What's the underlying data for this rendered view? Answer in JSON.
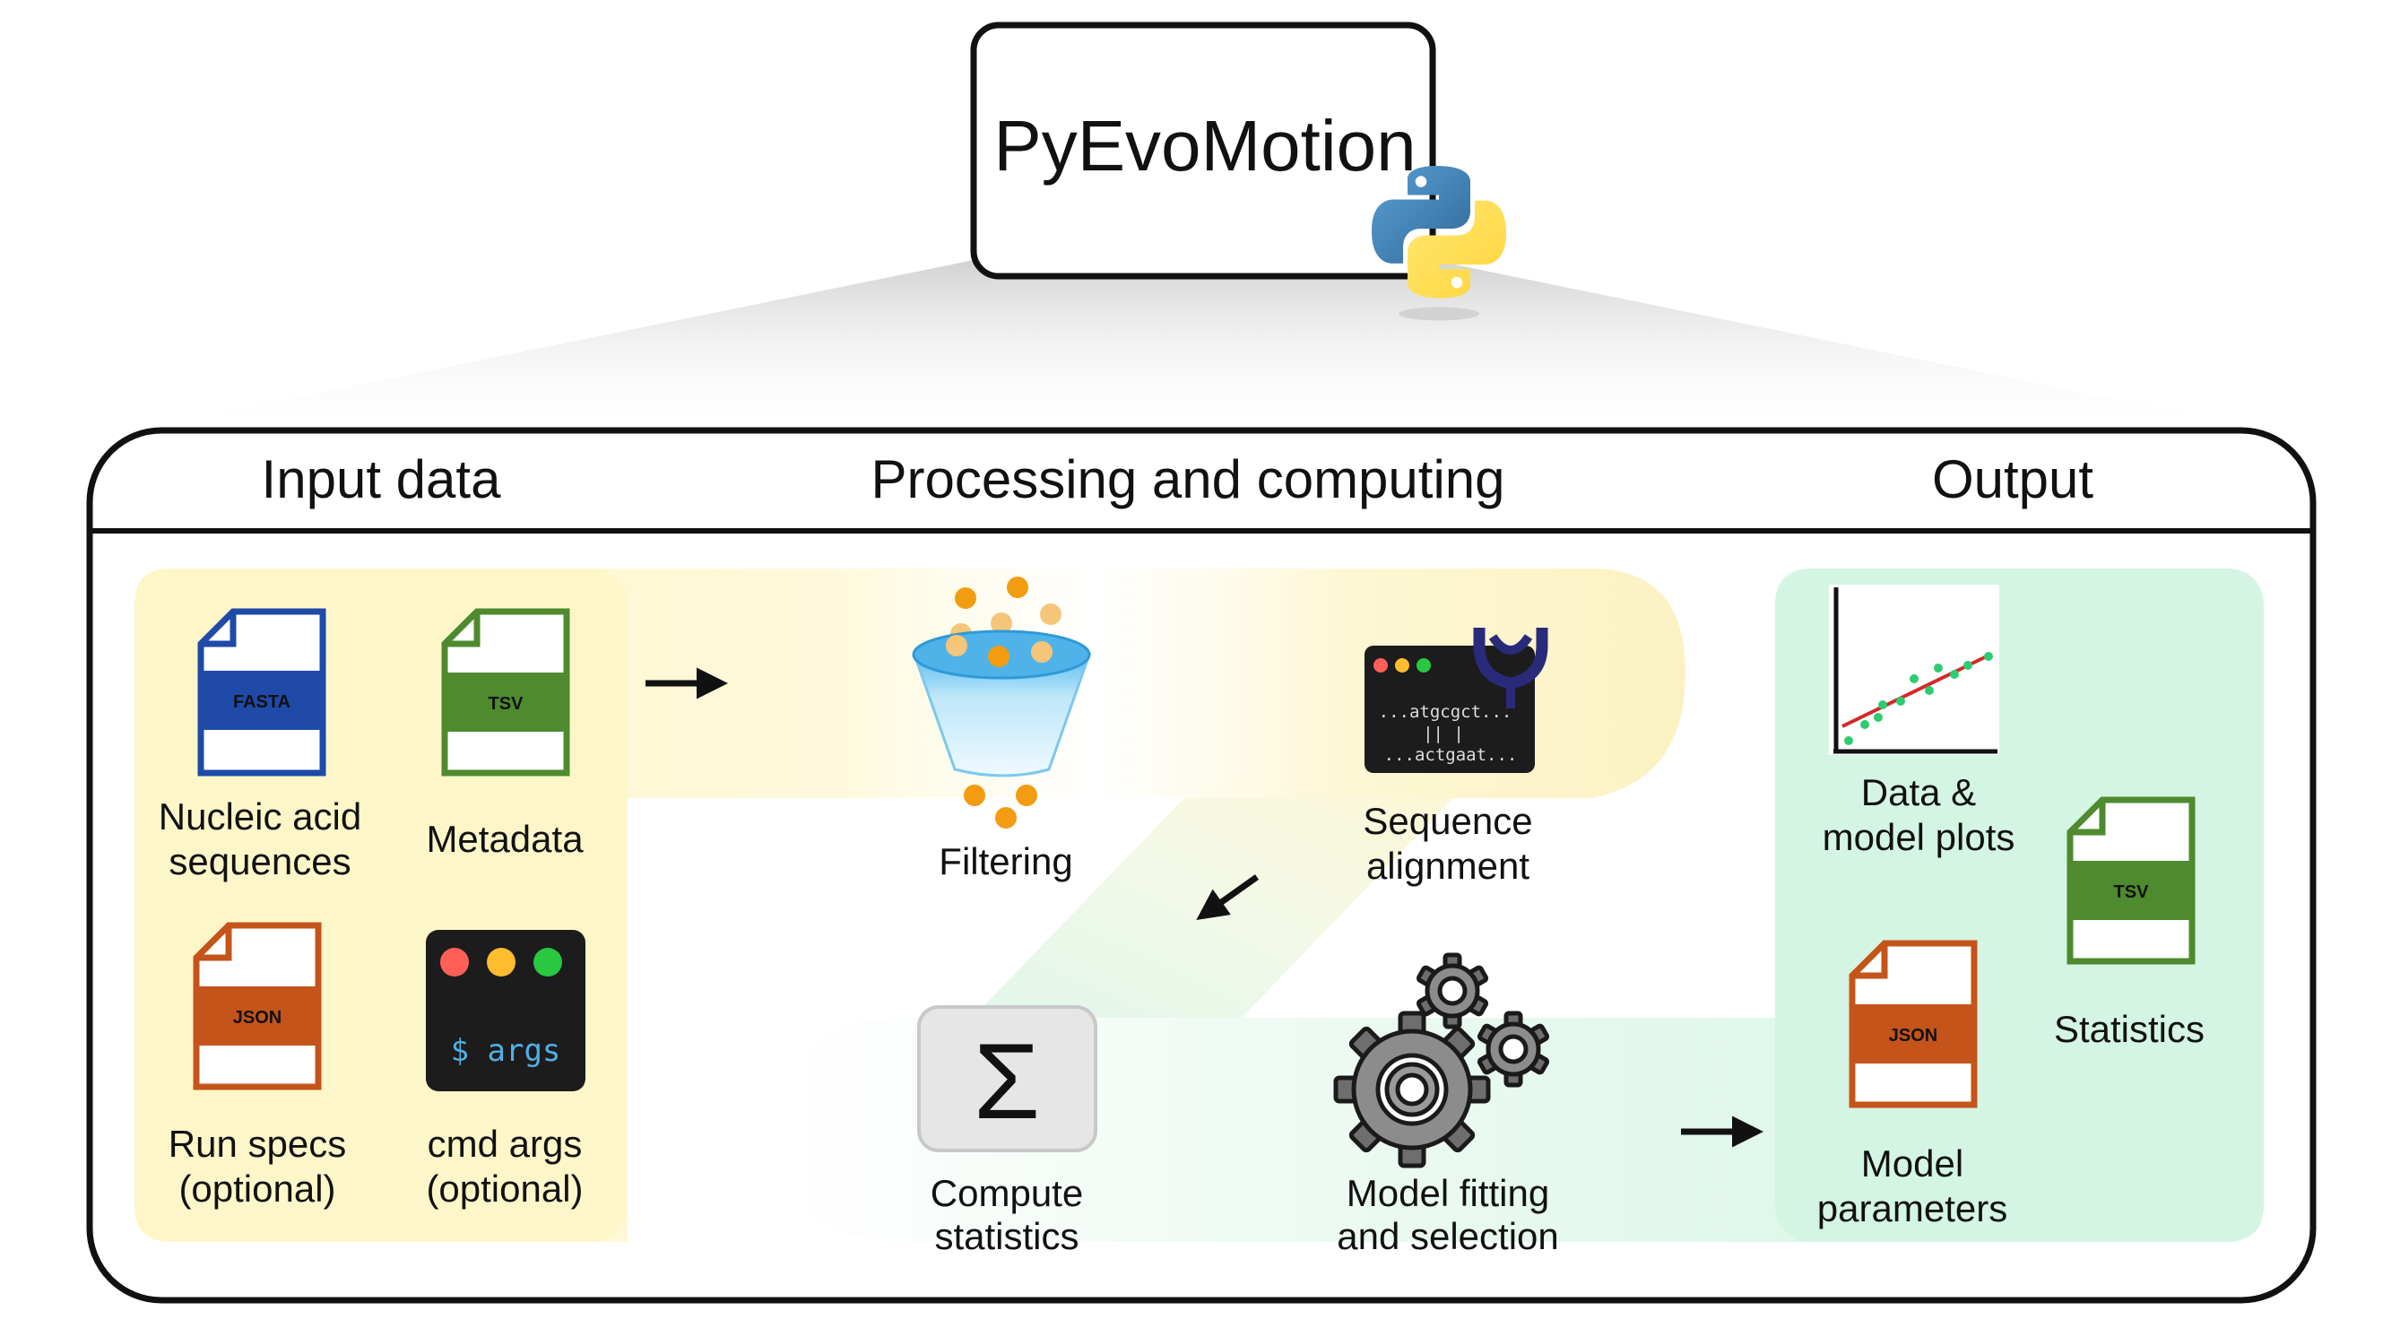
{
  "title": "PyEvoMotion",
  "sections": {
    "input": "Input data",
    "processing": "Processing and computing",
    "output": "Output"
  },
  "input_items": {
    "fasta": {
      "badge": "FASTA",
      "line1": "Nucleic acid",
      "line2": "sequences"
    },
    "tsv": {
      "badge": "TSV",
      "label": "Metadata"
    },
    "json": {
      "badge": "JSON",
      "line1": "Run specs",
      "line2": "(optional)"
    },
    "args": {
      "prompt": "$ args",
      "line1": "cmd args",
      "line2": "(optional)"
    }
  },
  "processing_items": {
    "filtering": {
      "label": "Filtering"
    },
    "alignment": {
      "seq1": "...atgcgct...",
      "bars": "||   |",
      "seq2": "...actgaat...",
      "line1": "Sequence",
      "line2": "alignment"
    },
    "statistics": {
      "symbol": "Σ",
      "line1": "Compute",
      "line2": "statistics"
    },
    "model": {
      "line1": "Model fitting",
      "line2": "and selection"
    }
  },
  "output_items": {
    "plots": {
      "line1": "Data &",
      "line2": "model plots"
    },
    "stats": {
      "badge": "TSV",
      "label": "Statistics"
    },
    "params": {
      "badge": "JSON",
      "line1": "Model",
      "line2": "parameters"
    }
  },
  "colors": {
    "fasta": "#1f4aa8",
    "tsv": "#4e8a2e",
    "json": "#c4541a",
    "input_bg": "#fdf6c8",
    "output_bg": "#d7f6e5",
    "filter_dots": "#f39c12",
    "plot_dots": "#2ecc71",
    "plot_line": "#d62728"
  },
  "icons": [
    "python-logo",
    "funnel-icon",
    "terminal-icon",
    "gear-icon",
    "sigma-icon",
    "arrow-icon",
    "file-icon",
    "scatter-plot-icon"
  ]
}
